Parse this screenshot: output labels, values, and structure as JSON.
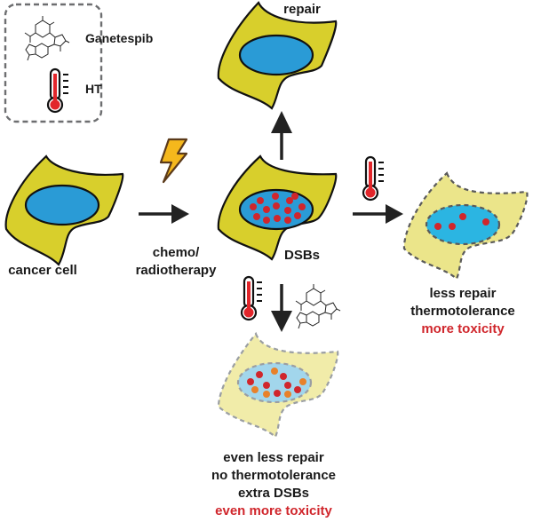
{
  "legend": {
    "drug_label": "Ganetespib",
    "heat_label": "HT"
  },
  "labels": {
    "cancer_cell": "cancer cell",
    "therapy_line1": "chemo/",
    "therapy_line2": "radiotherapy",
    "repair": "repair",
    "dsbs": "DSBs",
    "ht_outcome": [
      "less repair",
      "thermotolerance"
    ],
    "ht_outcome_toxicity": "more toxicity",
    "combo_outcome": [
      "even less repair",
      "no thermotolerance",
      "extra DSBs"
    ],
    "combo_outcome_toxicity": "even more toxicity"
  },
  "colors": {
    "cytoplasm": "#d8cf2c",
    "cytoplasm_faded": "#ebe58a",
    "nucleus": "#2a9bd6",
    "nucleus_faded": "#93d0ea",
    "dsb_red": "#d0262c",
    "dsb_orange": "#e8812a",
    "toxicity_text": "#d0262c",
    "lightning": "#f5b81c",
    "thermometer_red": "#e2262b"
  }
}
